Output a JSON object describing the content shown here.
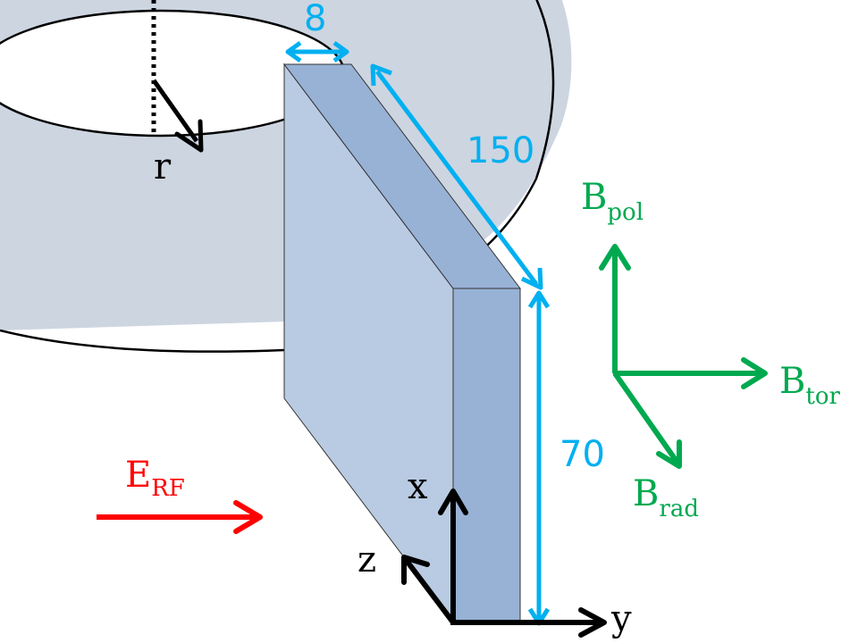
{
  "dimensions": {
    "width_label": "8",
    "length_label": "150",
    "height_label": "70"
  },
  "radius_label": "r",
  "e_field": {
    "main": "E",
    "sub": "RF"
  },
  "b_field": {
    "pol": {
      "main": "B",
      "sub": "pol"
    },
    "tor": {
      "main": "B",
      "sub": "tor"
    },
    "rad": {
      "main": "B",
      "sub": "rad"
    }
  },
  "axes": {
    "x": "x",
    "y": "y",
    "z": "z"
  },
  "colors": {
    "torus_fill": "#cdd5e1",
    "plate_front": "#b9cbe2",
    "plate_side": "#98b2d6",
    "dimension": "#00b0f0",
    "b_field": "#00a94f",
    "e_field": "#ff0000",
    "ink": "#000000"
  }
}
